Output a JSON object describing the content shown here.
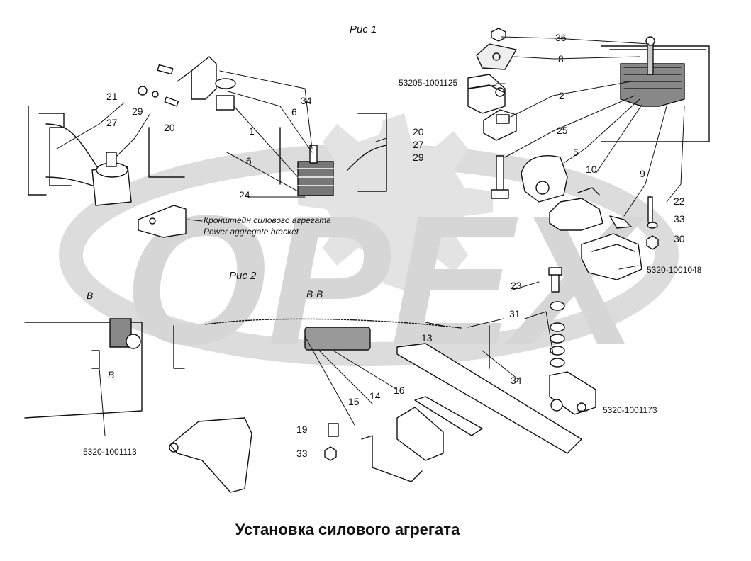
{
  "figure": {
    "title": "Установка силового агрегата",
    "fig1_label": "Рис 1",
    "fig2_label": "Рис 2",
    "section_label": "B-B",
    "section_mark": "B",
    "watermark": "OPEX",
    "bracket_label_ru": "Кронштейн силового агрегата",
    "bracket_label_en": "Power aggregate bracket"
  },
  "callouts": {
    "n36": "36",
    "n8": "8",
    "n2": "2",
    "n25": "25",
    "n5": "5",
    "n10": "10",
    "n9": "9",
    "n22": "22",
    "n33a": "33",
    "n30": "30",
    "n21": "21",
    "n27a": "27",
    "n29a": "29",
    "n20a": "20",
    "n34a": "34",
    "n6a": "6",
    "n1": "1",
    "n6b": "6",
    "n24": "24",
    "n20b": "20",
    "n27b": "27",
    "n29b": "29",
    "n23": "23",
    "n31": "31",
    "n13": "13",
    "n34b": "34",
    "n16": "16",
    "n14": "14",
    "n15": "15",
    "n19": "19",
    "n33b": "33"
  },
  "part_codes": {
    "c53205": "53205-1001125",
    "c1048": "5320-1001048",
    "c1173": "5320-1001173",
    "c1113": "5320-1001113"
  }
}
